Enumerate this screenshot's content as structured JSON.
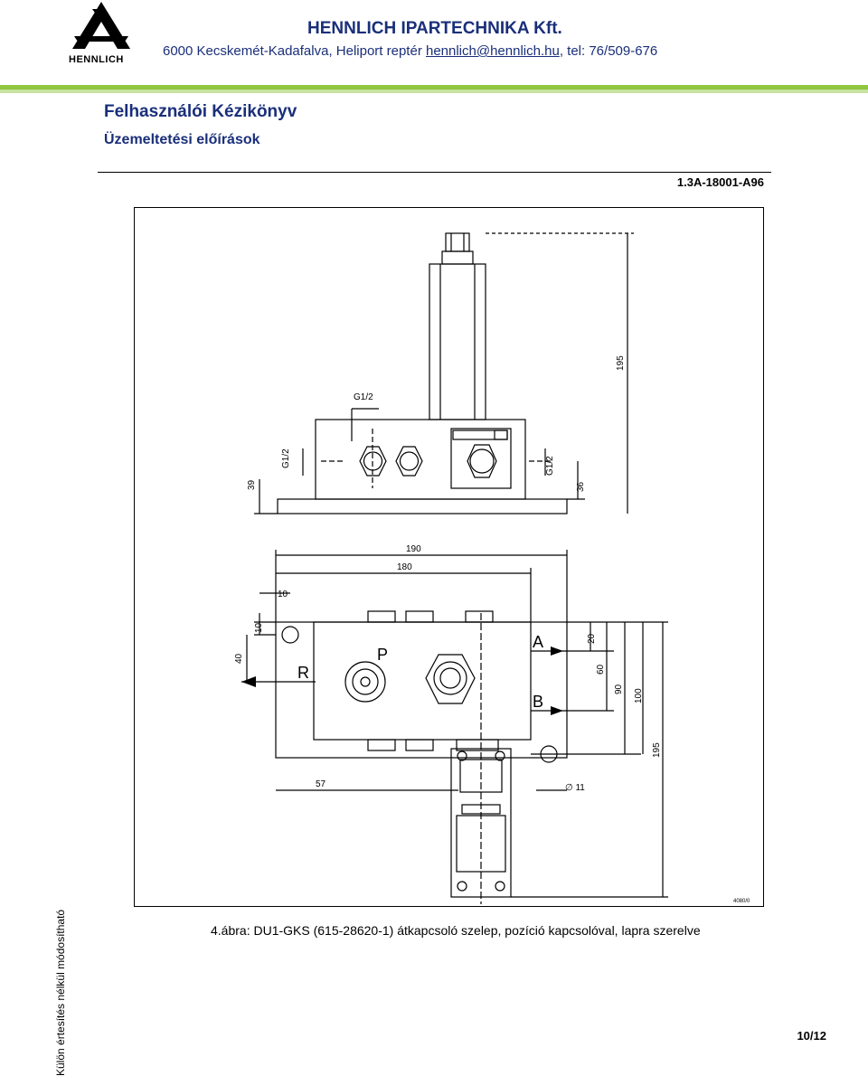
{
  "header": {
    "logo_text": "HENNLICH",
    "company": "HENNLICH IPARTECHNIKA Kft.",
    "address_prefix": "6000 Kecskemét-Kadafalva, Heliport reptér ",
    "email": "hennlich@hennlich.hu",
    "address_suffix": ", tel: 76/509-676",
    "accent_color": "#8ec63f",
    "text_color": "#1a2f7a"
  },
  "document": {
    "title": "Felhasználói Kézikönyv",
    "subtitle": "Üzemeltetési előírások",
    "doc_id": "1.3A-18001-A96"
  },
  "drawing": {
    "labels": {
      "g12_top": "G1/2",
      "g12_left": "G1/2",
      "g12_right": "G1/2",
      "d195_top": "195",
      "d39": "39",
      "d36": "36",
      "d190": "190",
      "d180": "180",
      "d10a": "10",
      "d10b": "10",
      "d40": "40",
      "port_p": "P",
      "port_r": "R",
      "port_a": "A",
      "port_b": "B",
      "d20": "20",
      "d60": "60",
      "d90": "90",
      "d100": "100",
      "d195_side": "195",
      "d57": "57",
      "d11": "∅ 11",
      "drawing_no": "4080/0"
    }
  },
  "caption": "4.ábra: DU1-GKS (615-28620-1) átkapcsoló szelep, pozíció kapcsolóval, lapra szerelve",
  "side_note": "Külön értesítés nélkül módosítható",
  "page_number": "10/12"
}
